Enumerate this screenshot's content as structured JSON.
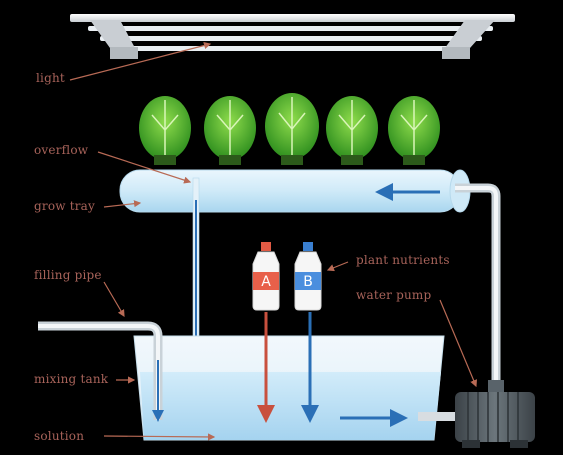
{
  "labels": {
    "light": "light",
    "overflow": "overflow",
    "grow_tray": "grow tray",
    "filling_pipe": "filling pipe",
    "mixing_tank": "mixing tank",
    "solution": "solution",
    "plant_nutrients": "plant nutrients",
    "water_pump": "water pump"
  },
  "bottles": {
    "a": "A",
    "b": "B"
  },
  "colors": {
    "background": "#000000",
    "label": "#a8635a",
    "leader": "#b86a55",
    "water": "#bfe3f5",
    "flow_blue": "#2a6fb6",
    "flow_red": "#c8503e",
    "plant_green": "#4caf2a",
    "pump": "#4a5257"
  },
  "plants": 5
}
